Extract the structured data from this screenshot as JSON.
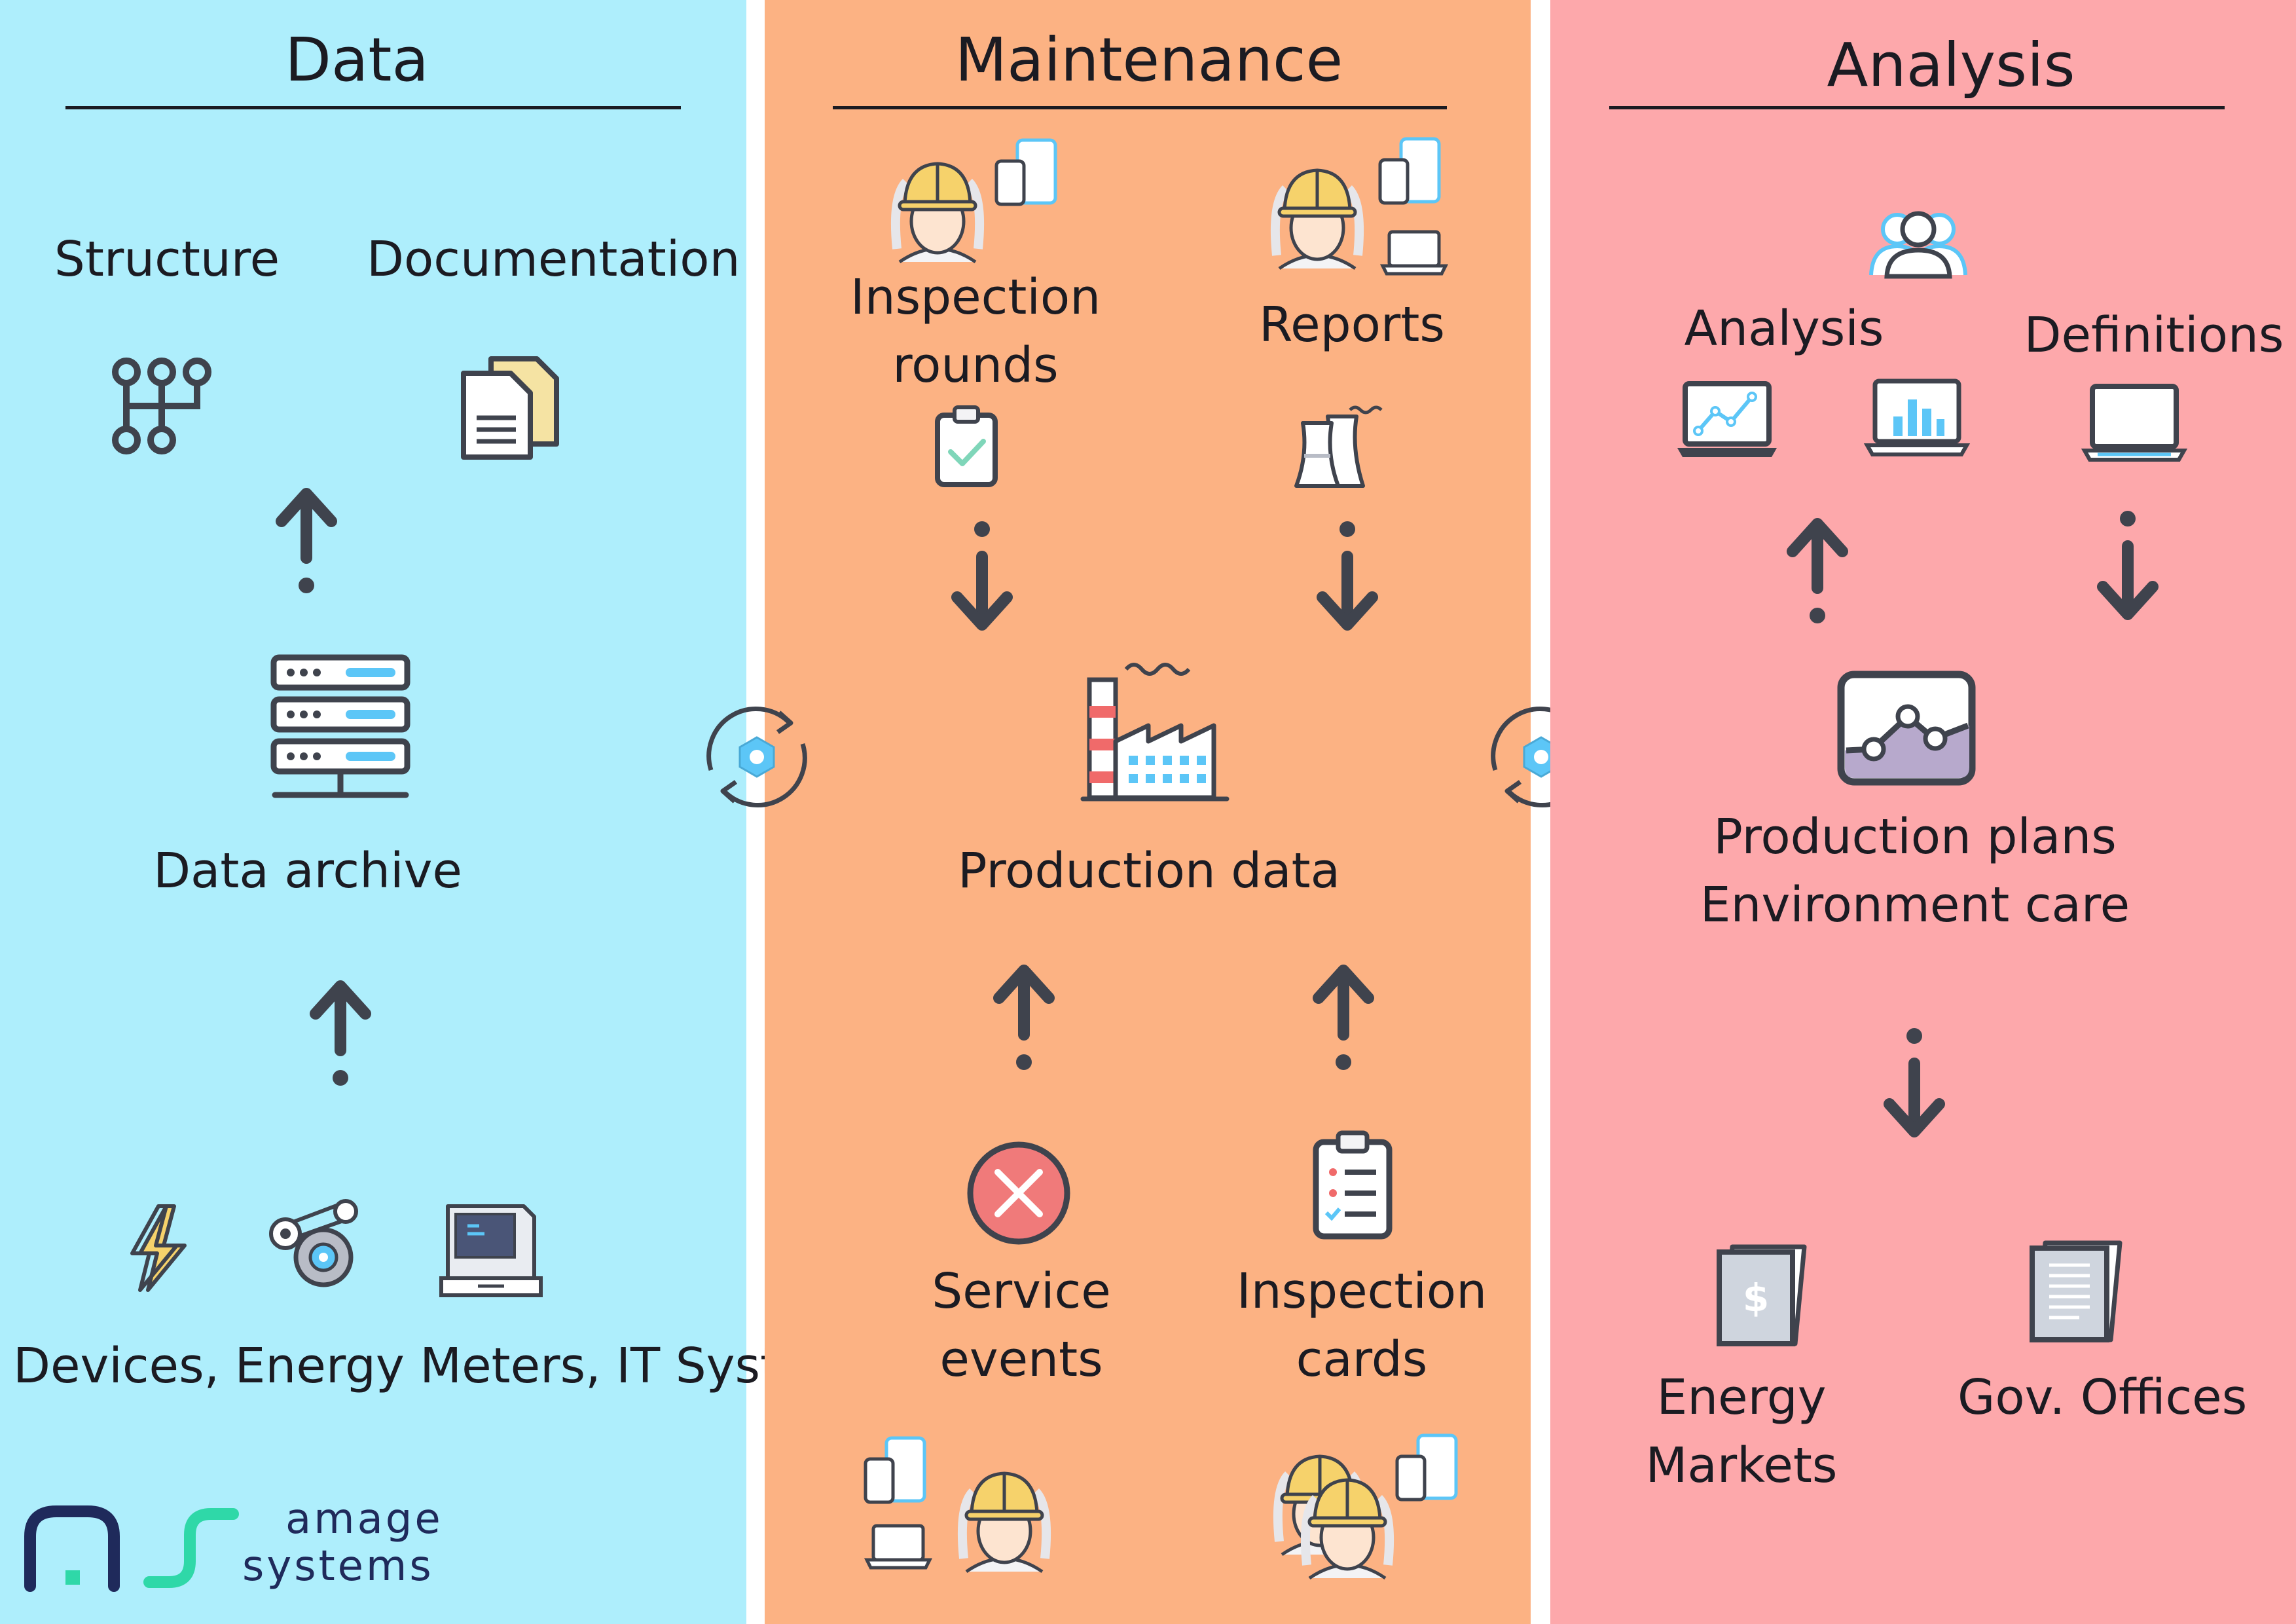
{
  "columns": {
    "data": {
      "title": "Data",
      "structure_label": "Structure",
      "documentation_label": "Documentation",
      "archive_label": "Data archive",
      "devices_label": "Devices, Energy Meters, IT Systems"
    },
    "maintenance": {
      "title": "Maintenance",
      "inspection_rounds": [
        "Inspection",
        "rounds"
      ],
      "reports_label": "Reports",
      "production_label": "Production data",
      "service_events": [
        "Service",
        "events"
      ],
      "inspection_cards": [
        "Inspection",
        "cards"
      ]
    },
    "analysis": {
      "title": "Analysis",
      "analysis_label": "Analysis",
      "definitions_label": "Definitions",
      "production_plans": [
        "Production plans",
        "Environment care"
      ],
      "energy_markets": [
        "Energy",
        "Markets"
      ],
      "gov_offices_label": "Gov. Offices"
    }
  },
  "logo": {
    "line1": "amage",
    "line2": "systems"
  },
  "colors": {
    "data_bg": "#aeeefc",
    "maintenance_bg": "#fcb283",
    "analysis_bg": "#fda8ab",
    "icon_dark": "#3f434d",
    "accent_blue": "#5cc6f7",
    "logo_navy": "#1f2a5b",
    "logo_green": "#2fd8a8"
  }
}
